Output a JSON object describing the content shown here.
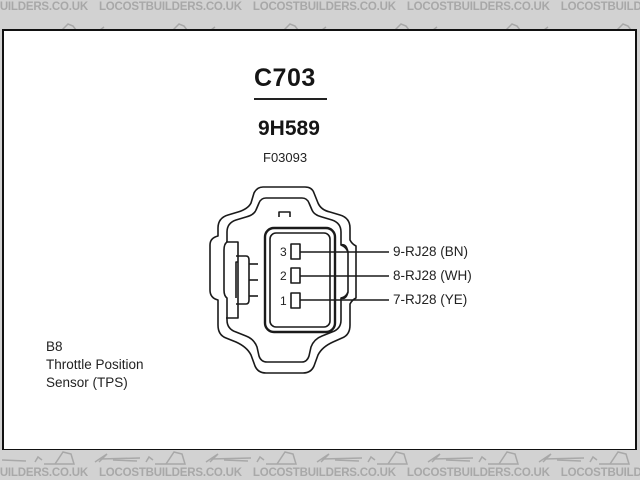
{
  "watermark": {
    "text": "LOCOSTBUILDERS.CO.UK LOCOSTBUILDERS.CO.UK LOCOSTBUILDERS.CO.UK LOCOSTBUILDERS.CO.UK LOCOSTBUILDERS.CO.UK LOCOSTBUILDERS.CO.UK",
    "background_color": "#d2d2d2",
    "text_color": "#a8a8a8"
  },
  "diagram": {
    "connector_id": "C703",
    "part_number": "9H589",
    "figure_ref": "F03093",
    "pins": [
      {
        "number": "3",
        "label": "9-RJ28 (BN)"
      },
      {
        "number": "2",
        "label": "8-RJ28 (WH)"
      },
      {
        "number": "1",
        "label": "7-RJ28 (YE)"
      }
    ],
    "component": {
      "code": "B8",
      "name_line1": "Throttle Position",
      "name_line2": "Sensor (TPS)"
    }
  }
}
